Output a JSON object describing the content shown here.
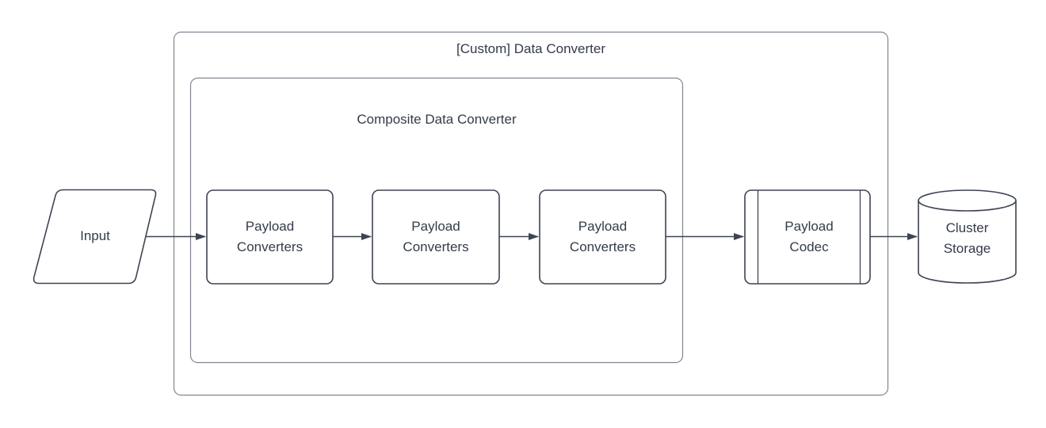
{
  "diagram": {
    "containers": {
      "custom_data_converter": {
        "label": "[Custom] Data Converter"
      },
      "composite_data_converter": {
        "label": "Composite Data Converter"
      }
    },
    "nodes": {
      "input": {
        "label": "Input",
        "shape": "parallelogram"
      },
      "payload_converters_1": {
        "label": "Payload Converters",
        "shape": "rounded-rectangle"
      },
      "payload_converters_2": {
        "label": "Payload Converters",
        "shape": "rounded-rectangle"
      },
      "payload_converters_3": {
        "label": "Payload Converters",
        "shape": "rounded-rectangle"
      },
      "payload_codec": {
        "label": "Payload Codec",
        "shape": "predefined-process"
      },
      "cluster_storage": {
        "label": "Cluster Storage",
        "shape": "cylinder"
      }
    },
    "edges": [
      {
        "from": "input",
        "to": "payload_converters_1"
      },
      {
        "from": "payload_converters_1",
        "to": "payload_converters_2"
      },
      {
        "from": "payload_converters_2",
        "to": "payload_converters_3"
      },
      {
        "from": "payload_converters_3",
        "to": "payload_codec"
      },
      {
        "from": "payload_codec",
        "to": "cluster_storage"
      }
    ],
    "colors": {
      "background": "#ffffff",
      "shape_stroke": "#3d4452",
      "container_stroke": "#80858f",
      "arrow": "#3d4452",
      "text": "#343b49"
    }
  }
}
